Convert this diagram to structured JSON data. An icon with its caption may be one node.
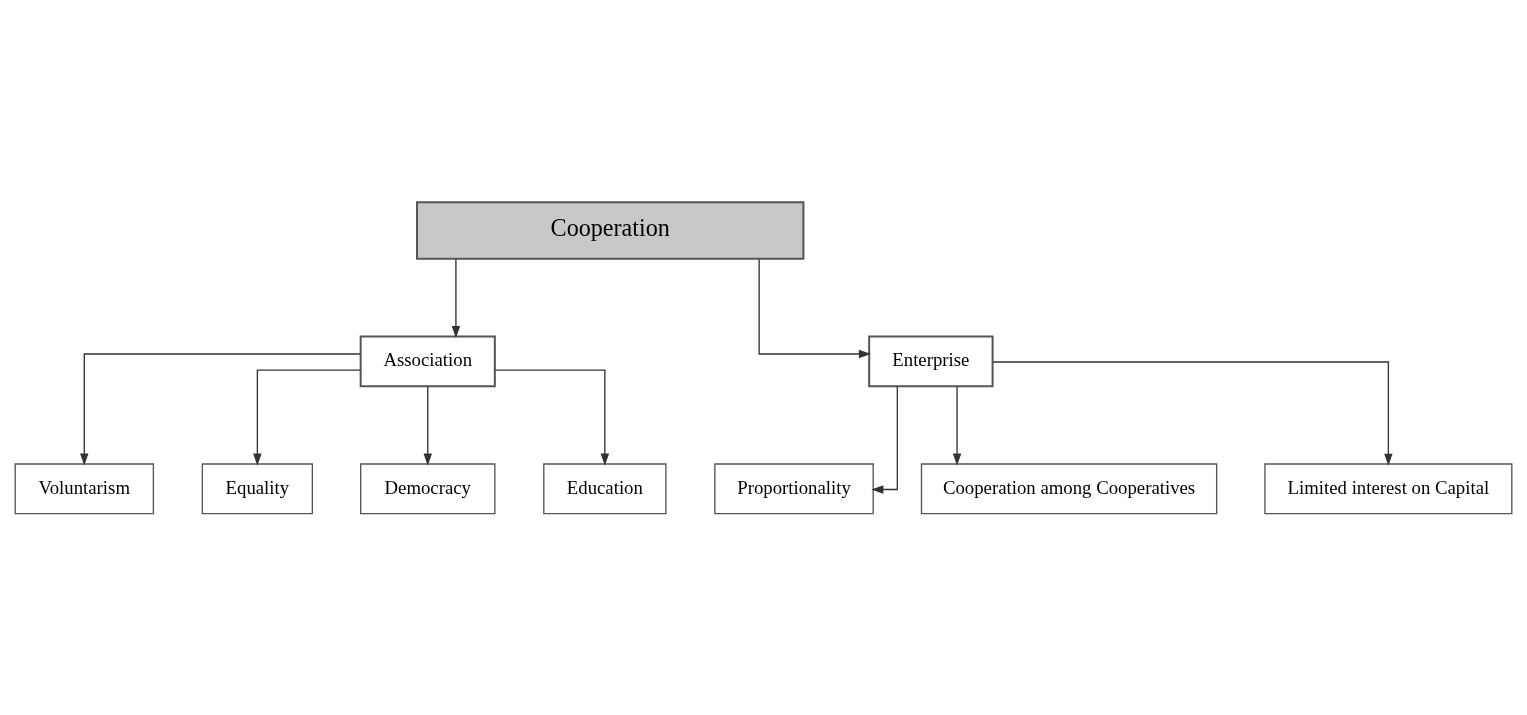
{
  "diagram": {
    "nodes": [
      {
        "text": [
          "Cooperation"
        ]
      },
      {
        "text": [
          "Association"
        ]
      },
      {
        "text": [
          "Enterprise"
        ]
      },
      {
        "text": [
          "Voluntarism"
        ]
      },
      {
        "text": [
          "Equality"
        ]
      },
      {
        "text": [
          "Democracy"
        ]
      },
      {
        "text": [
          "Education"
        ]
      },
      {
        "text": [
          "Proportionality"
        ]
      },
      {
        "text": [
          "Cooperation among Cooperatives"
        ]
      },
      {
        "text": [
          "Limited interest on Capital"
        ]
      }
    ],
    "edges": [
      {
        "from": 0,
        "to": 1,
        "arrow": "to"
      },
      {
        "from": 0,
        "to": 2,
        "arrow": "to"
      },
      {
        "from": 1,
        "to": 3,
        "arrow": "to"
      },
      {
        "from": 1,
        "to": 4,
        "arrow": "to"
      },
      {
        "from": 1,
        "to": 5,
        "arrow": "to"
      },
      {
        "from": 1,
        "to": 6,
        "arrow": "to"
      },
      {
        "from": 2,
        "to": 7,
        "arrow": "to"
      },
      {
        "from": 2,
        "to": 8,
        "arrow": "to"
      },
      {
        "from": 2,
        "to": 9,
        "arrow": "to"
      }
    ]
  }
}
